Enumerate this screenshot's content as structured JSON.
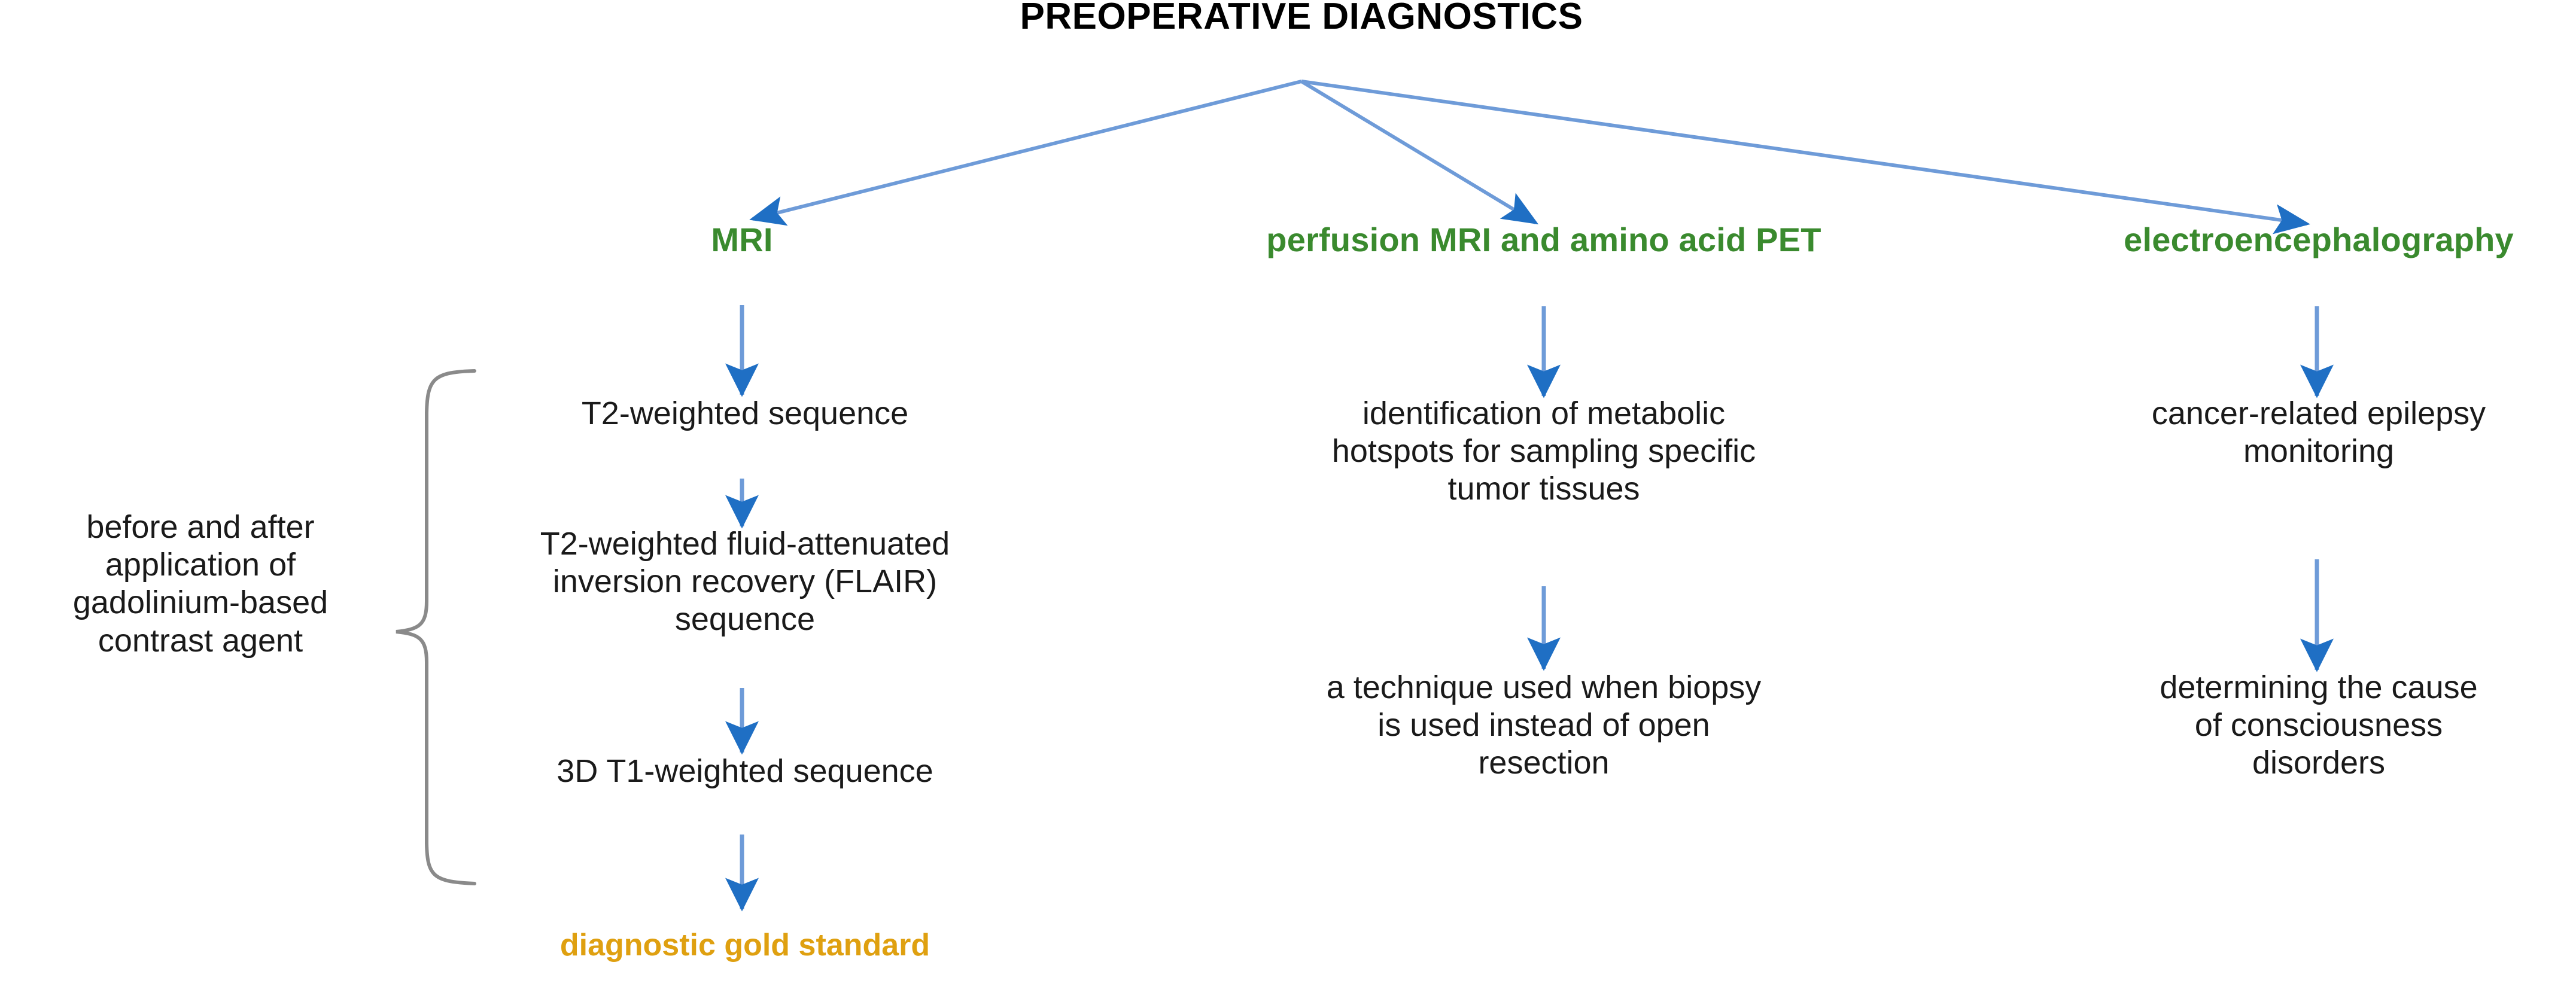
{
  "title": "PREOPERATIVE DIAGNOSTICS",
  "colors": {
    "title_text": "#000000",
    "branch_heading": "#3A8A2E",
    "body_text": "#1a1a1a",
    "arrow": "#6E9BD8",
    "arrow_head": "#1F6FC4",
    "gold_highlight": "#DFA010",
    "brace": "#8A8A8A",
    "background": "#FFFFFF"
  },
  "branches": [
    {
      "id": "mri",
      "heading": "MRI",
      "steps": [
        "T2-weighted sequence",
        "T2-weighted fluid-attenuated\ninversion recovery (FLAIR)\nsequence",
        "3D T1-weighted sequence"
      ],
      "conclusion": "diagnostic gold standard",
      "annotation": "before and after\napplication of\ngadolinium-based\ncontrast agent"
    },
    {
      "id": "perfusion-mri-pet",
      "heading": "perfusion MRI and amino acid PET",
      "steps": [
        "identification of metabolic\nhotspots for sampling specific\ntumor tissues",
        "a technique used when biopsy\nis used instead of open\nresection"
      ]
    },
    {
      "id": "eeg",
      "heading": "electroencephalography",
      "steps": [
        "cancer-related epilepsy\nmonitoring",
        "determining the cause\nof consciousness\ndisorders"
      ]
    }
  ],
  "arrow_labels": {
    "title_to_mri": "arrow from title to MRI",
    "title_to_perfusion": "arrow from title to perfusion MRI and amino acid PET",
    "title_to_eeg": "arrow from title to electroencephalography"
  }
}
